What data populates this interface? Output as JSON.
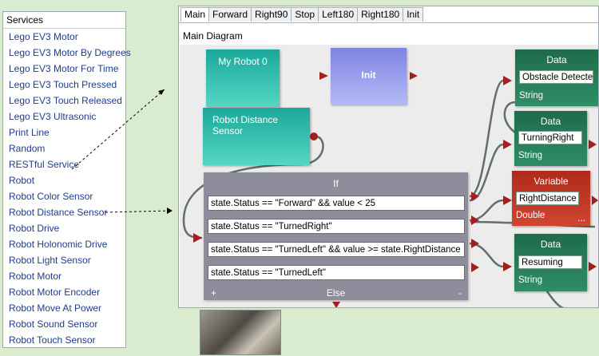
{
  "services": {
    "title": "Services",
    "items": [
      "Lego EV3 Motor",
      "Lego EV3 Motor By Degrees",
      "Lego EV3 Motor For Time",
      "Lego EV3 Touch Pressed",
      "Lego EV3 Touch Released",
      "Lego EV3 Ultrasonic",
      "Print Line",
      "Random",
      "RESTful Service",
      "Robot",
      "Robot Color Sensor",
      "Robot Distance Sensor",
      "Robot Drive",
      "Robot Holonomic Drive",
      "Robot Light Sensor",
      "Robot Motor",
      "Robot Motor Encoder",
      "Robot Move At Power",
      "Robot Sound Sensor",
      "Robot Touch Sensor"
    ]
  },
  "tabs": [
    "Main",
    "Forward",
    "Right90",
    "Stop",
    "Left180",
    "Right180",
    "Init"
  ],
  "active_tab": "Main",
  "diagram_title": "Main Diagram",
  "blocks": {
    "robot0": "My Robot 0",
    "distance_sensor": "Robot Distance Sensor",
    "init": "Init",
    "if_title": "If",
    "conditions": [
      "state.Status == \"Forward\" && value < 25",
      "state.Status == \"TurnedRight\"",
      "state.Status == \"TurnedLeft\" && value >= state.RightDistance",
      "state.Status == \"TurnedLeft\""
    ],
    "else_label": "Else",
    "plus": "+",
    "minus": "-",
    "data1": {
      "header": "Data",
      "value": "Obstacle Detected",
      "type": "String"
    },
    "data2": {
      "header": "Data",
      "value": "TurningRight",
      "type": "String"
    },
    "variable": {
      "header": "Variable",
      "value": "RightDistance",
      "type": "Double",
      "more": "..."
    },
    "data4": {
      "header": "Data",
      "value": "Resuming",
      "type": "String"
    }
  },
  "colors": {
    "background": "#d9ecd0",
    "teal": "#1aa89a",
    "init": "#9ea3f0",
    "data_green": "#2a7d5a",
    "variable_red": "#c03a28",
    "arrow_red": "#a02020",
    "link_blue": "#1f3c88"
  }
}
